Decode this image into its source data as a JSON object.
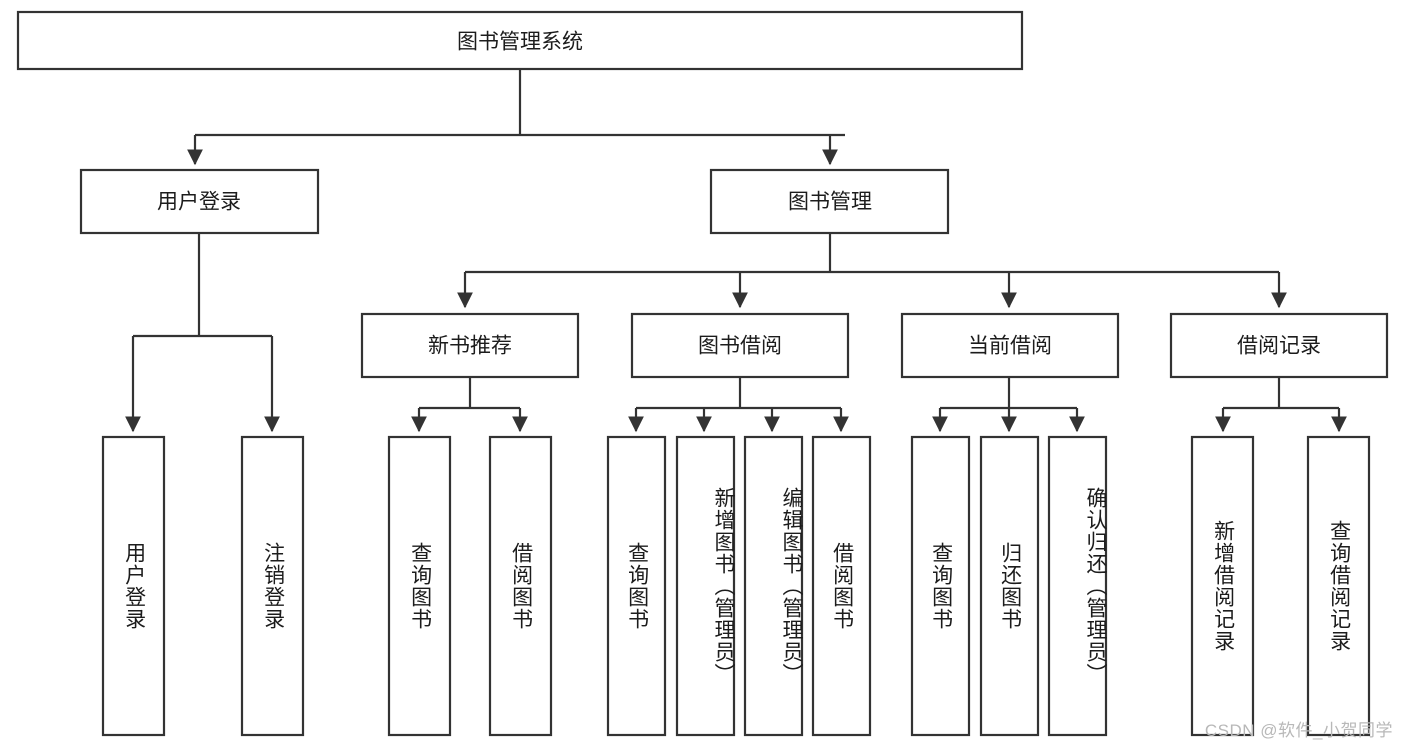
{
  "diagram": {
    "title": "图书管理系统",
    "type": "tree-hierarchy-diagram",
    "watermark": "CSDN @软件_小贺同学",
    "colors": {
      "stroke": "#333333",
      "box_fill": "#ffffff",
      "text": "#1c1c1c",
      "background": "#ffffff",
      "watermark": "#b8b8b8"
    },
    "root": {
      "label": "图书管理系统"
    },
    "level2": [
      {
        "label": "用户登录"
      },
      {
        "label": "图书管理"
      }
    ],
    "level3": [
      {
        "label": "新书推荐"
      },
      {
        "label": "图书借阅"
      },
      {
        "label": "当前借阅"
      },
      {
        "label": "借阅记录"
      }
    ],
    "leaves": {
      "user_login": [
        {
          "label": "用户登录"
        },
        {
          "label": "注销登录"
        }
      ],
      "new_book_recommend": [
        {
          "label": "查询图书"
        },
        {
          "label": "借阅图书"
        }
      ],
      "book_borrow": [
        {
          "label": "查询图书"
        },
        {
          "label": "新增图书（管理员）"
        },
        {
          "label": "编辑图书（管理员）"
        },
        {
          "label": "借阅图书"
        }
      ],
      "current_borrow": [
        {
          "label": "查询图书"
        },
        {
          "label": "归还图书"
        },
        {
          "label": "确认归还（管理员）"
        }
      ],
      "borrow_record": [
        {
          "label": "新增借阅记录"
        },
        {
          "label": "查询借阅记录"
        }
      ]
    }
  }
}
